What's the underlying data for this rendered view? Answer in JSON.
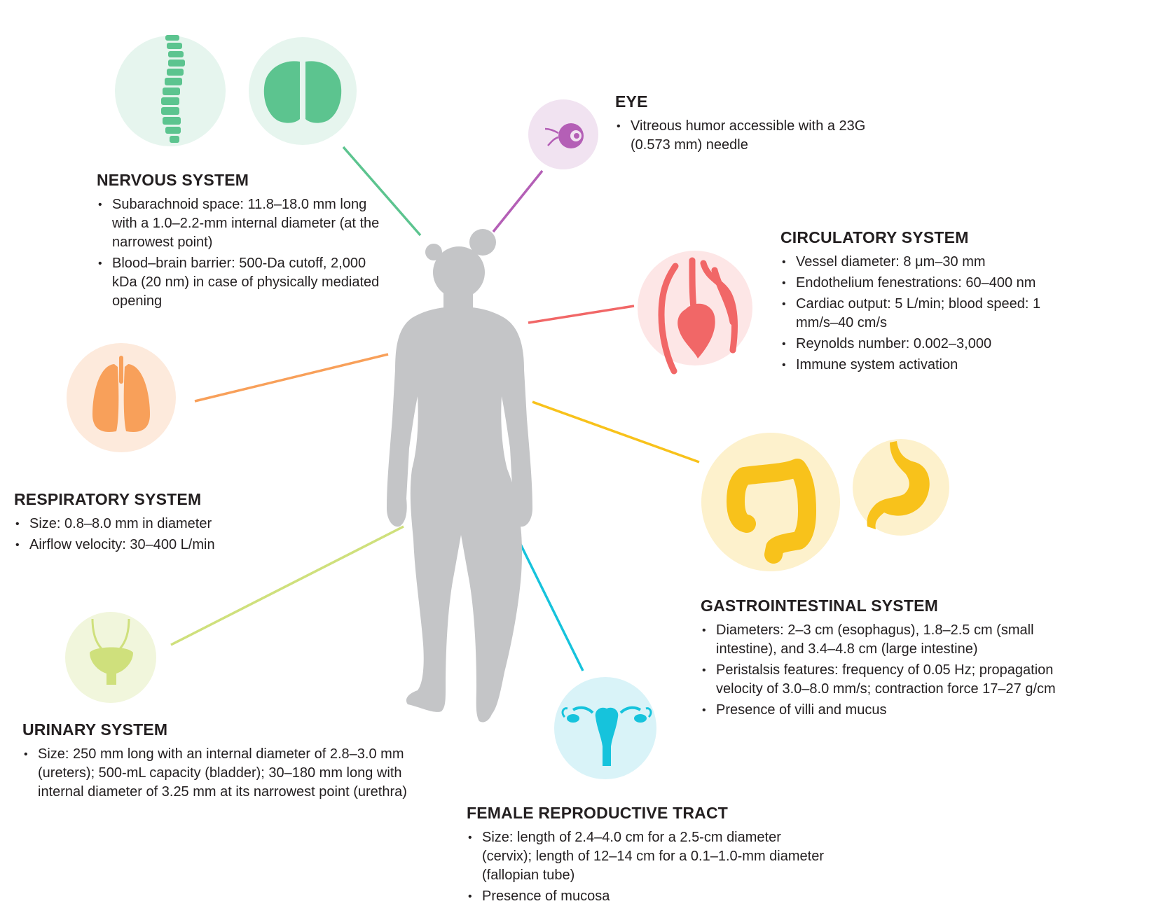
{
  "colors": {
    "nervous": "#5cc48f",
    "nervous_bg": "#e6f5ee",
    "eye": "#b45fb6",
    "eye_bg": "#f1e3f1",
    "circulatory": "#f16767",
    "circulatory_bg": "#fde6e6",
    "respiratory": "#f8a05a",
    "respiratory_bg": "#fdeadc",
    "gastro": "#f8c21b",
    "gastro_bg": "#fdf1cc",
    "urinary": "#cfe07c",
    "urinary_bg": "#f1f6dc",
    "reproductive": "#16c3dc",
    "reproductive_bg": "#d9f3f8",
    "silhouette": "#c4c5c7"
  },
  "icons": {
    "nervous": [
      "spine-icon",
      "brain-icon"
    ],
    "eye": "eye-icon",
    "circulatory": "heart-icon",
    "respiratory": "lungs-icon",
    "gastro": [
      "intestine-icon",
      "stomach-icon"
    ],
    "urinary": "bladder-icon",
    "reproductive": "uterus-icon",
    "body": "female-silhouette-icon"
  },
  "nervous": {
    "title": "NERVOUS SYSTEM",
    "items": [
      "Subarachnoid space: 11.8–18.0 mm long with a 1.0–2.2-mm internal diameter (at the narrowest point)",
      "Blood–brain barrier: 500-Da cutoff, 2,000 kDa (20 nm) in case of physically mediated opening"
    ]
  },
  "eye": {
    "title": "EYE",
    "items": [
      "Vitreous humor accessible with a 23G (0.573 mm) needle"
    ]
  },
  "circulatory": {
    "title": "CIRCULATORY SYSTEM",
    "items": [
      "Vessel diameter: 8 μm–30 mm",
      "Endothelium fenestrations: 60–400 nm",
      "Cardiac output: 5 L/min; blood speed: 1 mm/s–40 cm/s",
      "Reynolds number: 0.002–3,000",
      "Immune system activation"
    ]
  },
  "respiratory": {
    "title": "RESPIRATORY SYSTEM",
    "items": [
      "Size: 0.8–8.0 mm in diameter",
      "Airflow velocity: 30–400 L/min"
    ]
  },
  "gastro": {
    "title": "GASTROINTESTINAL SYSTEM",
    "items": [
      "Diameters: 2–3 cm (esophagus), 1.8–2.5 cm (small intestine), and 3.4–4.8 cm (large intestine)",
      "Peristalsis features: frequency of 0.05 Hz; propagation velocity of 3.0–8.0 mm/s; contraction force 17–27 g/cm",
      "Presence of villi and mucus"
    ]
  },
  "urinary": {
    "title": "URINARY SYSTEM",
    "items": [
      "Size: 250 mm long with an internal diameter of 2.8–3.0 mm (ureters); 500-mL capacity (bladder); 30–180 mm long with internal diameter of 3.25 mm at its narrowest point (urethra)"
    ]
  },
  "reproductive": {
    "title": "FEMALE REPRODUCTIVE TRACT",
    "items": [
      "Size: length of 2.4–4.0 cm for a 2.5-cm diameter (cervix); length of 12–14 cm for a 0.1–1.0-mm diameter (fallopian tube)",
      "Presence of mucosa"
    ]
  }
}
